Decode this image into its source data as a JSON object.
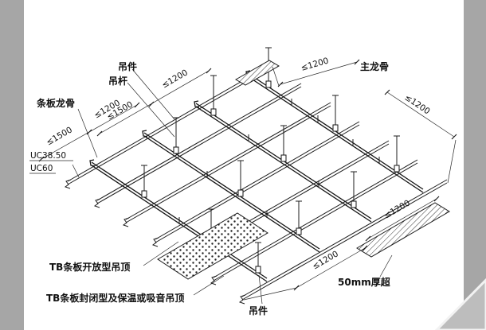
{
  "colors": {
    "background": "#ffffff",
    "matte_side": "#a6a6a6",
    "corner_fold": "#bdbdbd",
    "line": "#1c1c1c"
  },
  "labels": {
    "hanger_top": "吊件",
    "hanger_rod": "吊杆",
    "main_runner": "主龙骨",
    "slat_runner": "条板龙骨",
    "uc_size_1": "UC38.50",
    "uc_size_2": "UC60",
    "open_type": "TB条板开放型吊顶",
    "closed_type": "TB条板封闭型及保温或吸音吊顶",
    "hanger_bottom": "吊件",
    "insulation_thickness": "50mm厚超"
  },
  "dims": {
    "top_1200": "≤1200",
    "top_1500": "≤1500",
    "runner_1200": "≤1200",
    "left_1200": "≤1200",
    "left_1500": "≤1500",
    "right_upper_1200": "≤1200",
    "right_lower_1200": "≤1200",
    "bottom_1200": "≤1200"
  }
}
